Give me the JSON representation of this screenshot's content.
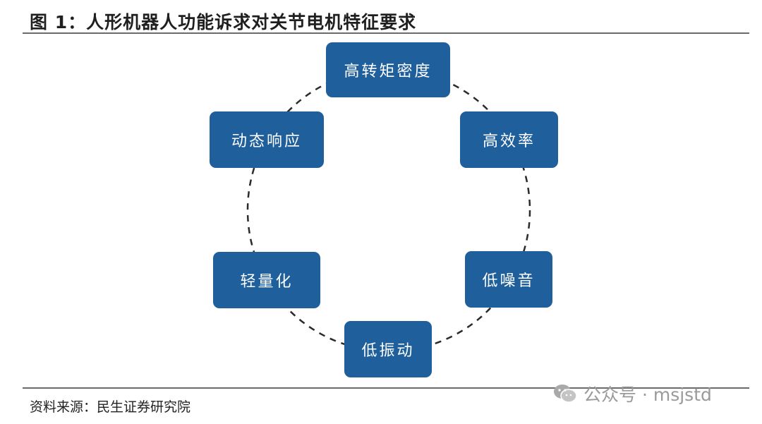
{
  "figure": {
    "title": "图 1：人形机器人功能诉求对关节电机特征要求",
    "source": "资料来源：民生证券研究院"
  },
  "diagram": {
    "nodes": [
      {
        "id": "torque-density",
        "label": "高转矩密度"
      },
      {
        "id": "high-efficiency",
        "label": "高效率"
      },
      {
        "id": "low-noise",
        "label": "低噪音"
      },
      {
        "id": "low-vibration",
        "label": "低振动"
      },
      {
        "id": "lightweight",
        "label": "轻量化"
      },
      {
        "id": "dynamic-response",
        "label": "动态响应"
      }
    ],
    "connector_style": "dashed-circle",
    "node_color": "#1f5f9c"
  },
  "watermark": {
    "icon": "wechat-icon",
    "text": "公众号 · msjstd"
  }
}
